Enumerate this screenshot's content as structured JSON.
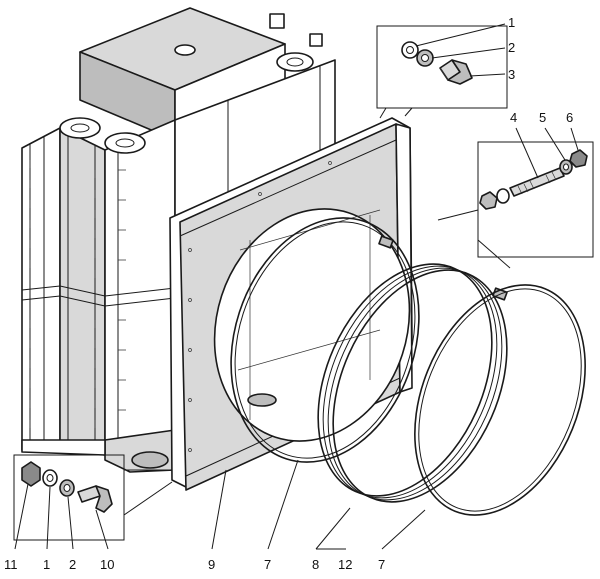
{
  "callouts": {
    "c1_top": "1",
    "c2_top": "2",
    "c3": "3",
    "c4": "4",
    "c5": "5",
    "c6": "6",
    "c11": "11",
    "c1_bottom": "1",
    "c2_bottom": "2",
    "c10": "10",
    "c9": "9",
    "c7_left": "7",
    "c8": "8",
    "c12": "12",
    "c7_right": "7"
  },
  "colors": {
    "ink": "#1a1a1a",
    "light_fill": "#d9d9d9",
    "mid_fill": "#bdbdbd",
    "dark_fill": "#8a8a8a"
  }
}
